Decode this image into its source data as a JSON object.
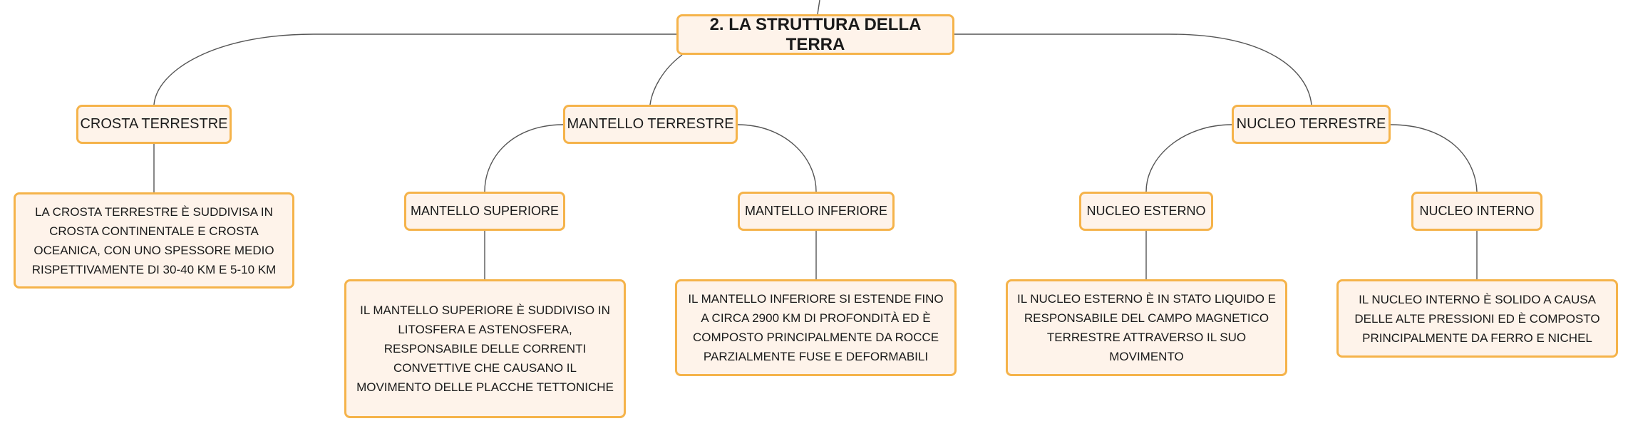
{
  "root": {
    "title": "2. LA STRUTTURA DELLA TERRA"
  },
  "branches": {
    "crosta": {
      "label": "CROSTA TERRESTRE",
      "description": "LA CROSTA TERRESTRE È SUDDIVISA IN CROSTA CONTINENTALE E CROSTA OCEANICA, CON UNO SPESSORE MEDIO RISPETTIVAMENTE DI 30-40 KM E 5-10 KM"
    },
    "mantello": {
      "label": "MANTELLO TERRESTRE",
      "superiore": {
        "label": "MANTELLO SUPERIORE",
        "description": "IL MANTELLO SUPERIORE È SUDDIVISO IN LITOSFERA E ASTENOSFERA, RESPONSABILE DELLE CORRENTI CONVETTIVE CHE CAUSANO IL MOVIMENTO DELLE PLACCHE TETTONICHE"
      },
      "inferiore": {
        "label": "MANTELLO INFERIORE",
        "description": "IL MANTELLO INFERIORE SI ESTENDE FINO A CIRCA 2900 KM DI PROFONDITÀ ED È COMPOSTO PRINCIPALMENTE DA ROCCE PARZIALMENTE FUSE E DEFORMABILI"
      }
    },
    "nucleo": {
      "label": "NUCLEO TERRESTRE",
      "esterno": {
        "label": "NUCLEO ESTERNO",
        "description": "IL NUCLEO ESTERNO È IN STATO LIQUIDO E RESPONSABILE DEL CAMPO MAGNETICO TERRESTRE ATTRAVERSO IL SUO MOVIMENTO"
      },
      "interno": {
        "label": "NUCLEO INTERNO",
        "description": "IL NUCLEO INTERNO È SOLIDO A CAUSA DELLE ALTE PRESSIONI ED È COMPOSTO PRINCIPALMENTE DA FERRO E NICHEL"
      }
    }
  },
  "colors": {
    "node_border": "#f5b34a",
    "node_fill": "#fef3ea",
    "connector": "#555555",
    "text": "#1a1a1a"
  }
}
